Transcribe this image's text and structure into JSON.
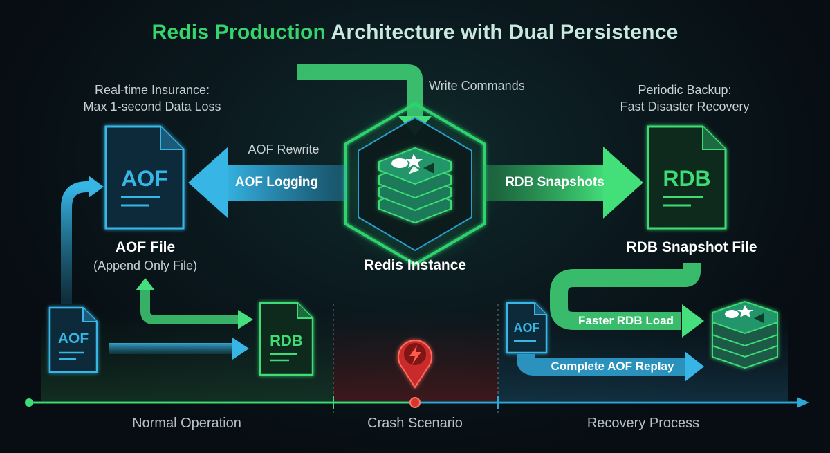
{
  "title": {
    "part1": "Redis Production",
    "part2": "Architecture with Dual Persistence"
  },
  "left_caption": {
    "line1": "Real-time Insurance:",
    "line2": "Max 1-second Data Loss"
  },
  "right_caption": {
    "line1": "Periodic Backup:",
    "line2": "Fast Disaster Recovery"
  },
  "write_commands": "Write Commands",
  "aof_rewrite": "AOF Rewrite",
  "aof_logging": "AOF Logging",
  "rdb_snapshots": "RDB Snapshots",
  "redis_instance": "Redis Instance",
  "aof_file": {
    "icon_text": "AOF",
    "title": "AOF File",
    "subtitle": "(Append Only File)"
  },
  "rdb_file": {
    "icon_text": "RDB",
    "title": "RDB Snapshot File"
  },
  "normal_op": {
    "aof_icon": "AOF",
    "rdb_icon": "RDB"
  },
  "recovery": {
    "aof_icon": "AOF",
    "faster_load": "Faster RDB Load",
    "replay": "Complete AOF Replay"
  },
  "crash_icon": "lightning-icon",
  "timeline": {
    "normal": "Normal Operation",
    "crash": "Crash Scenario",
    "recovery": "Recovery Process"
  },
  "colors": {
    "green": "#3ddc74",
    "blue": "#2fa6d6",
    "red": "#e23b3b",
    "bg": "#0b1a1f"
  }
}
